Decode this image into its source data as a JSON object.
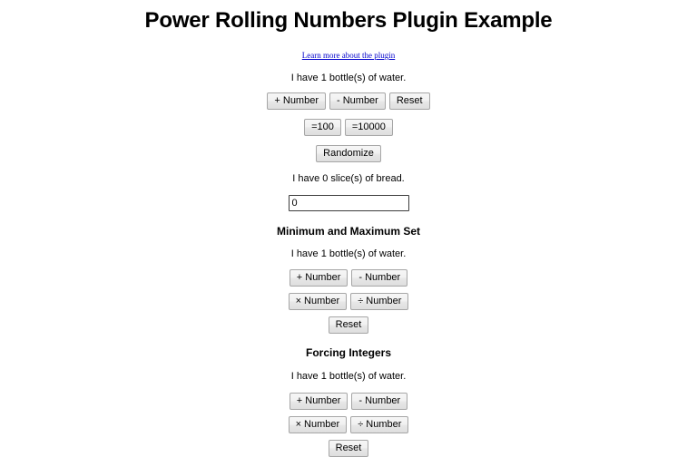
{
  "page": {
    "title": "Power Rolling Numbers Plugin Example",
    "link_label": "Learn more about the plugin"
  },
  "basic": {
    "sentence": "I have 1 bottle(s) of water.",
    "value": "1",
    "increment_label": "+ Number",
    "decrement_label": "- Number",
    "reset_label": "Reset",
    "set_100_label": "=100",
    "set_10000_label": "=10000",
    "randomize_label": "Randomize"
  },
  "bread": {
    "sentence": "I have 0 slice(s) of bread.",
    "value": "0",
    "input_value": "0",
    "input_placeholder": ""
  },
  "minmax": {
    "heading": "Minimum and Maximum Set",
    "sentence": "I have 1 bottle(s) of water.",
    "value": "1",
    "increment_label": "+ Number",
    "decrement_label": "- Number",
    "multiply_label": "× Number",
    "divide_label": "÷ Number",
    "reset_label": "Reset"
  },
  "integers": {
    "heading": "Forcing Integers",
    "sentence": "I have 1 bottle(s) of water.",
    "value": "1",
    "increment_label": "+ Number",
    "decrement_label": "- Number",
    "multiply_label": "× Number",
    "divide_label": "÷ Number",
    "reset_label": "Reset"
  },
  "colors": {
    "link": "#0000cc",
    "text": "#000000",
    "background": "#ffffff",
    "button_border": "#a6a6a6"
  }
}
